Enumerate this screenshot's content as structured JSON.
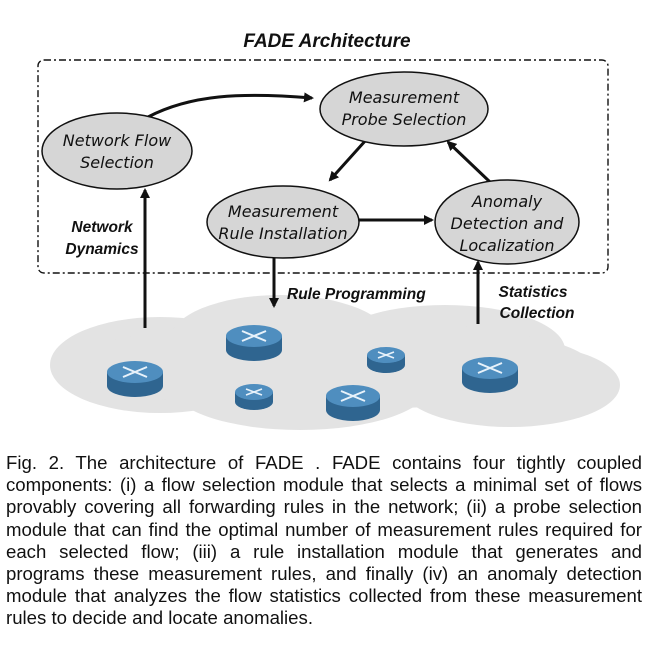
{
  "figure": {
    "title": "FADE Architecture",
    "nodes": {
      "network_flow_selection": [
        "Network Flow",
        "Selection"
      ],
      "measurement_probe_selection": [
        "Measurement",
        "Probe Selection"
      ],
      "measurement_rule_installation": [
        "Measurement",
        "Rule Installation"
      ],
      "anomaly_detection": [
        "Anomaly",
        "Detection and",
        "Localization"
      ]
    },
    "labels": {
      "network_dynamics": [
        "Network",
        "Dynamics"
      ],
      "rule_programming": "Rule Programming",
      "statistics_collection": [
        "Statistics",
        "Collection"
      ]
    },
    "colors": {
      "node_fill": "#d6d6d6",
      "cloud_fill": "#e4e4e4",
      "router_top": "#4a86b6",
      "router_side": "#2f6590"
    }
  },
  "caption": "Fig. 2. The architecture of FADE . FADE contains four tightly coupled components: (i) a flow selection module that selects a minimal set of flows provably covering all forwarding rules in the network; (ii) a probe selection module that can find the optimal number of measurement rules required for each selected flow; (iii) a rule installation module that generates and programs these measurement rules, and finally (iv) an anomaly detection module that analyzes the flow statistics collected from these measurement rules to decide and locate anomalies."
}
